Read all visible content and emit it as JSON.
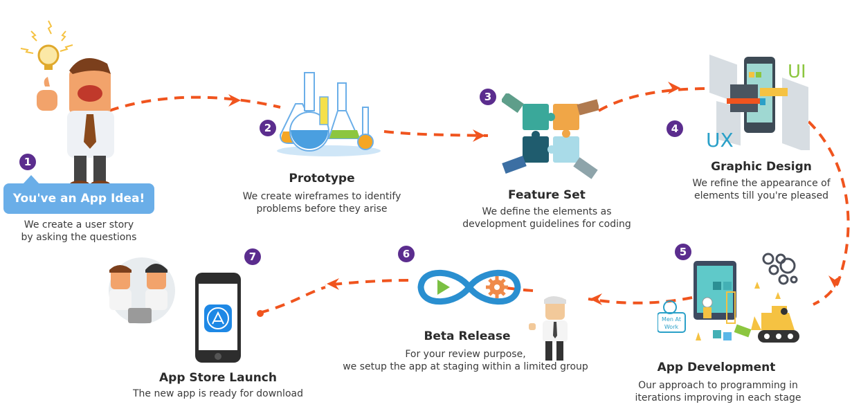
{
  "diagram": {
    "type": "app-development-process-flow",
    "accent_color": "#f0541e",
    "badge_color": "#5b2d8e",
    "bubble_color": "#6aaee8",
    "steps": [
      {
        "number": "1",
        "title": "You've an App Idea!",
        "desc": [
          "We create a user story",
          "by asking the questions"
        ],
        "icon": "idea-man-lightbulb-icon"
      },
      {
        "number": "2",
        "title": "Prototype",
        "desc": [
          "We create wireframes to identify",
          "problems before they arise"
        ],
        "icon": "lab-flasks-icon"
      },
      {
        "number": "3",
        "title": "Feature Set",
        "desc": [
          "We define the elements as",
          "development guidelines for coding"
        ],
        "icon": "puzzle-hands-icon"
      },
      {
        "number": "4",
        "title": "Graphic Design",
        "desc": [
          "We refine the appearance of",
          "elements till you're pleased"
        ],
        "icon": "ui-ux-phone-icon",
        "labels": [
          "UI",
          "UX"
        ]
      },
      {
        "number": "5",
        "title": "App Development",
        "desc": [
          "Our approach to programming in",
          "iterations improving in each stage"
        ],
        "icon": "construction-tablet-icon",
        "sign": [
          "Men At",
          "Work"
        ]
      },
      {
        "number": "6",
        "title": "Beta Release",
        "desc": [
          "For your review purpose,",
          "we setup the app at staging within a limited group"
        ],
        "icon": "infinity-play-gear-icon"
      },
      {
        "number": "7",
        "title": "App Store Launch",
        "desc": [
          "The new app is ready for download"
        ],
        "icon": "app-store-phone-icon"
      }
    ]
  }
}
